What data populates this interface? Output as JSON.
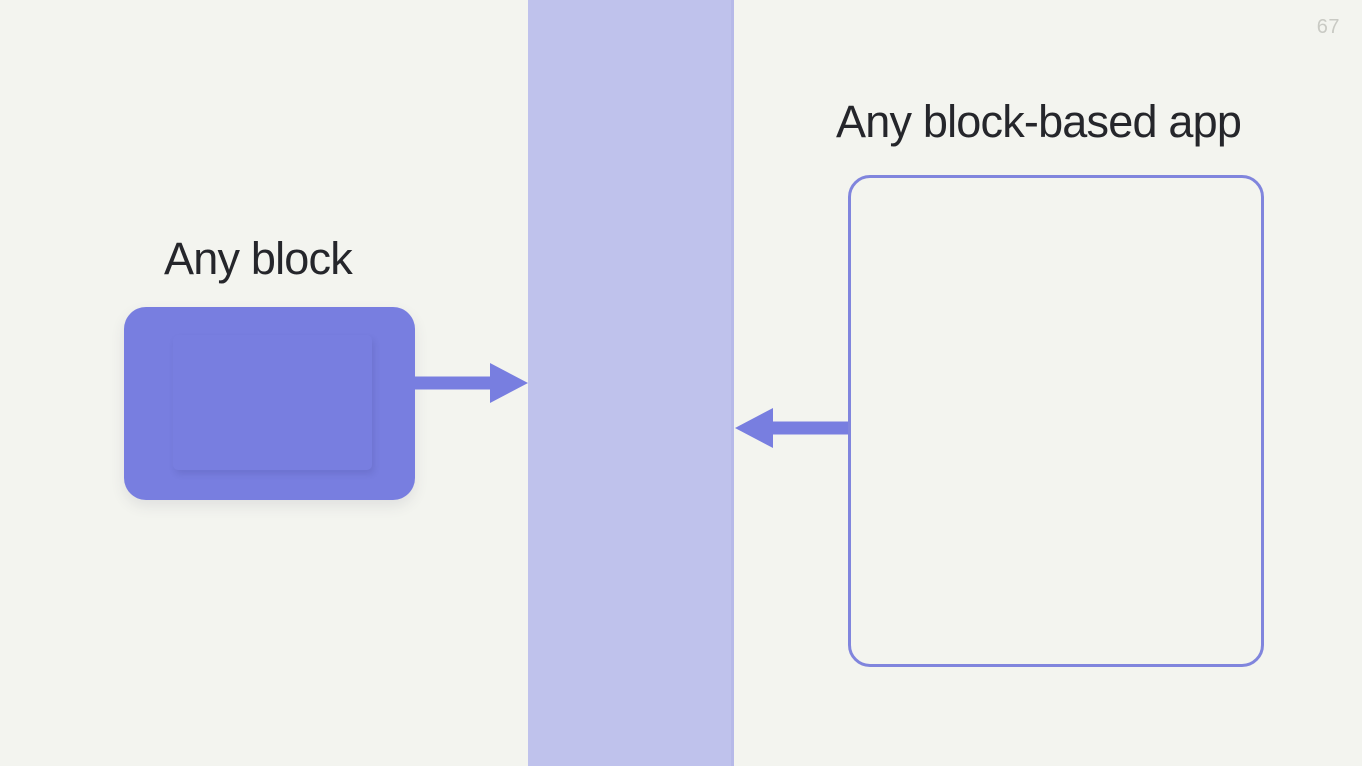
{
  "slide": {
    "page_number": "67",
    "background_color": "#f3f4ef",
    "accent_color": "#787ee0",
    "band_color": "#bfc2ec",
    "text_color": "#25262b"
  },
  "left": {
    "title": "Any block",
    "block_label": "",
    "block_color": "#787ee0"
  },
  "center": {
    "band_name": "integration-band"
  },
  "right": {
    "title": "Any block-based app",
    "frame_border_color": "#8085dd"
  },
  "arrows": [
    {
      "name": "arrow-block-to-band",
      "direction": "right",
      "color": "#787ee0"
    },
    {
      "name": "arrow-app-to-band",
      "direction": "left",
      "color": "#787ee0"
    }
  ]
}
